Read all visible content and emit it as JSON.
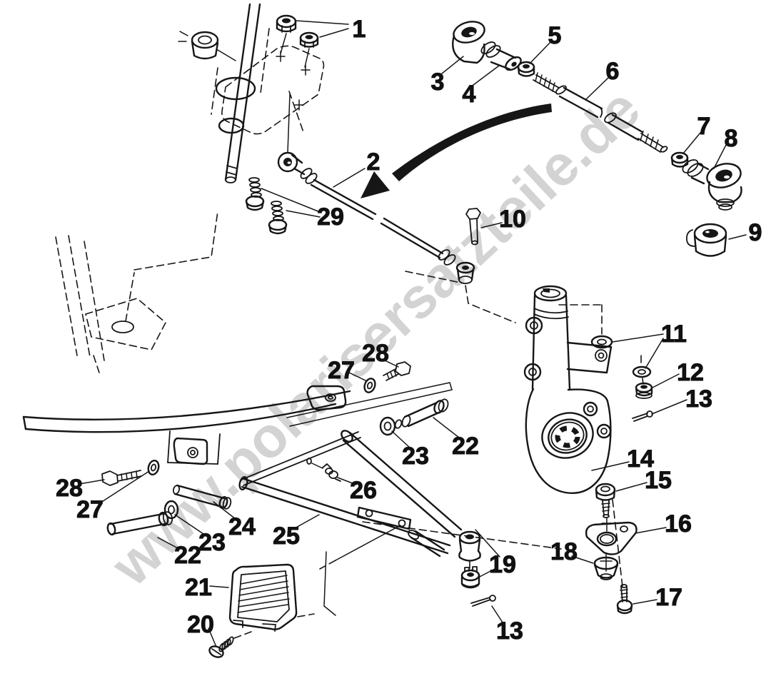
{
  "watermark": {
    "text": "www.polarisersatzteile.de",
    "color": "#d3d3d3"
  },
  "style": {
    "background": "#ffffff",
    "line_color": "#161616",
    "label_color": "#111111",
    "label_font_size": 34
  },
  "parts": {
    "1": "nut",
    "2": "tie-rod-assembly",
    "3": "tie-rod-end",
    "4": "rod-end-shank",
    "5": "jam-nut",
    "6": "tie-rod-tube",
    "7": "jam-nut",
    "8": "tie-rod-end",
    "9": "bushing",
    "10": "bolt",
    "11": "washer",
    "12": "lock-nut",
    "13": "cotter-pin",
    "14": "steering-knuckle",
    "15": "bolt",
    "16": "stop-plate",
    "17": "bolt",
    "18": "dust-cap",
    "19": "castle-nut",
    "20": "screw",
    "21": "footrest-panel",
    "22": "spacer-tube",
    "23": "washer",
    "24": "pivot-sleeve",
    "25": "a-arm",
    "26": "grease-fitting",
    "27": "washer",
    "28": "bolt",
    "29": "screw"
  },
  "callouts": [
    {
      "id": "callout-1",
      "label": "1"
    },
    {
      "id": "callout-2",
      "label": "2"
    },
    {
      "id": "callout-3",
      "label": "3"
    },
    {
      "id": "callout-4",
      "label": "4"
    },
    {
      "id": "callout-5",
      "label": "5"
    },
    {
      "id": "callout-6",
      "label": "6"
    },
    {
      "id": "callout-7",
      "label": "7"
    },
    {
      "id": "callout-8",
      "label": "8"
    },
    {
      "id": "callout-9",
      "label": "9"
    },
    {
      "id": "callout-10",
      "label": "10"
    },
    {
      "id": "callout-11",
      "label": "11"
    },
    {
      "id": "callout-12",
      "label": "12"
    },
    {
      "id": "callout-13a",
      "label": "13"
    },
    {
      "id": "callout-14",
      "label": "14"
    },
    {
      "id": "callout-15",
      "label": "15"
    },
    {
      "id": "callout-16",
      "label": "16"
    },
    {
      "id": "callout-17",
      "label": "17"
    },
    {
      "id": "callout-18",
      "label": "18"
    },
    {
      "id": "callout-19",
      "label": "19"
    },
    {
      "id": "callout-13b",
      "label": "13"
    },
    {
      "id": "callout-20",
      "label": "20"
    },
    {
      "id": "callout-21",
      "label": "21"
    },
    {
      "id": "callout-22a",
      "label": "22"
    },
    {
      "id": "callout-23a",
      "label": "23"
    },
    {
      "id": "callout-24",
      "label": "24"
    },
    {
      "id": "callout-25",
      "label": "25"
    },
    {
      "id": "callout-26",
      "label": "26"
    },
    {
      "id": "callout-27a",
      "label": "27"
    },
    {
      "id": "callout-28a",
      "label": "28"
    },
    {
      "id": "callout-27b",
      "label": "27"
    },
    {
      "id": "callout-28b",
      "label": "28"
    },
    {
      "id": "callout-22b",
      "label": "22"
    },
    {
      "id": "callout-23b",
      "label": "23"
    },
    {
      "id": "callout-29",
      "label": "29"
    }
  ]
}
